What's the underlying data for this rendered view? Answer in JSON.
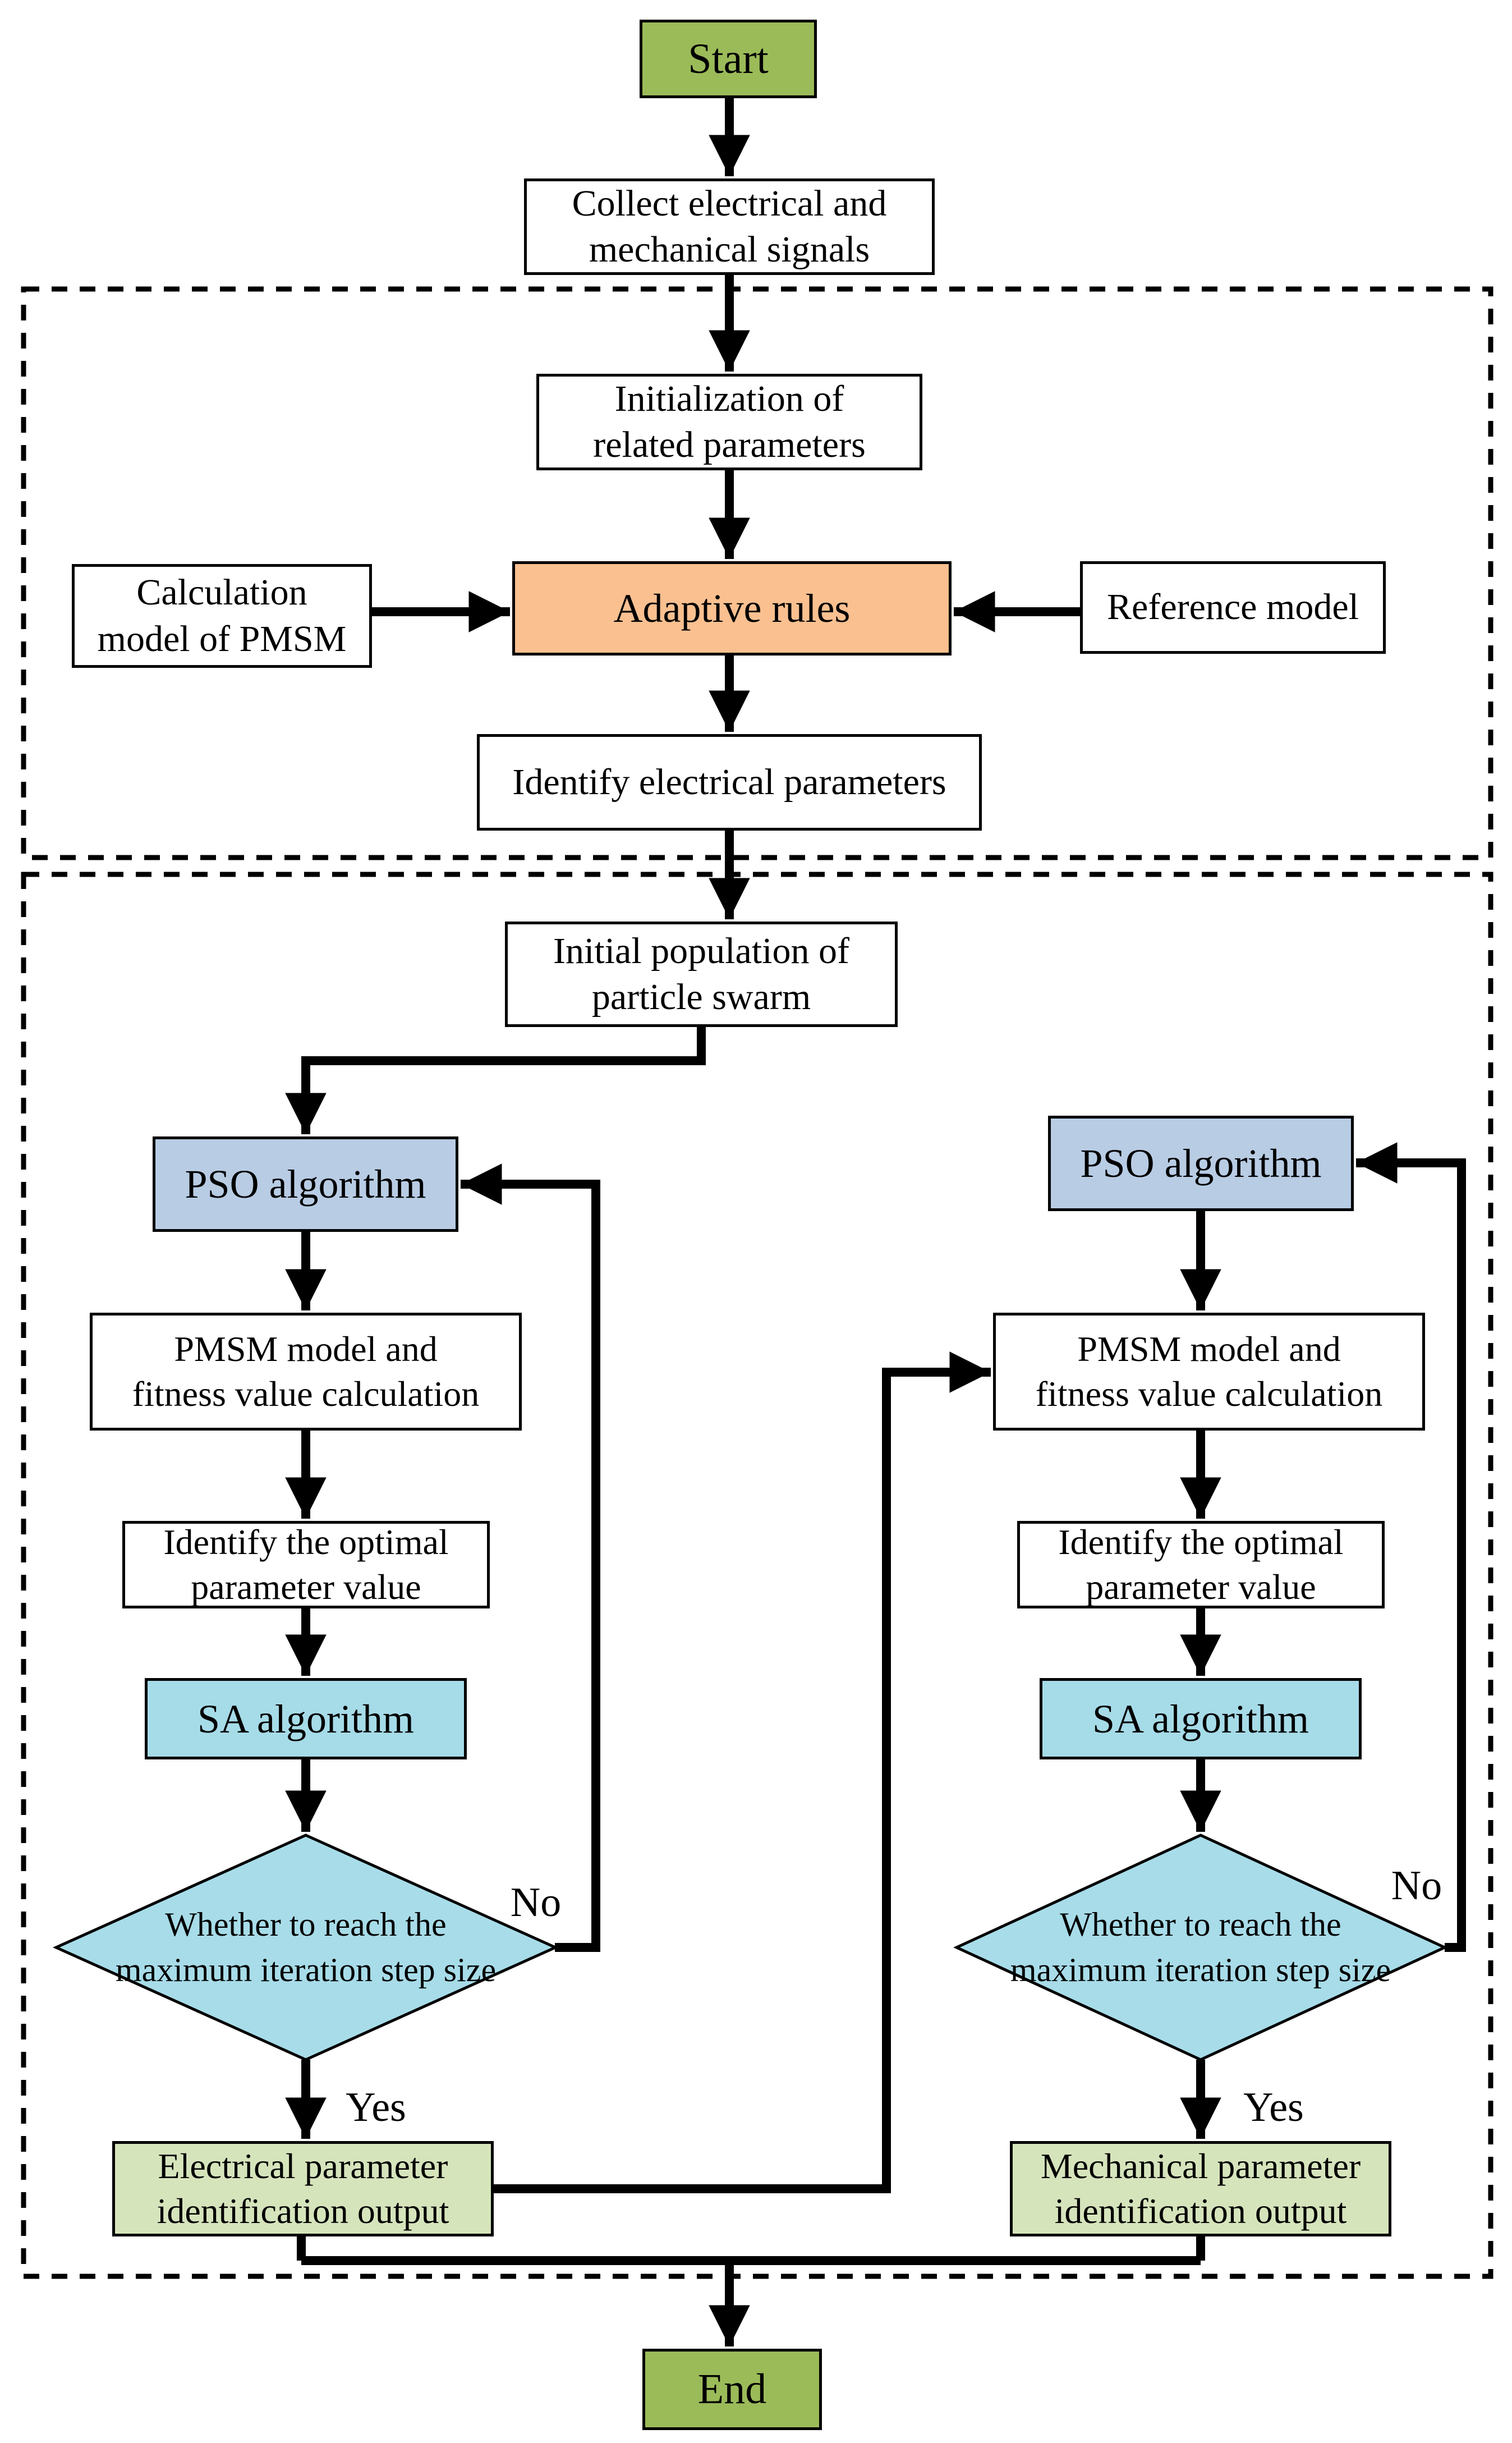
{
  "diagram": {
    "nodes": {
      "start": "Start",
      "collect": "Collect electrical and\nmechanical signals",
      "initialization": "Initialization of\nrelated parameters",
      "calculation_model": "Calculation\nmodel of PMSM",
      "adaptive_rules": "Adaptive rules",
      "reference_model": "Reference model",
      "identify_electrical": "Identify electrical parameters",
      "initial_population": "Initial population of\nparticle swarm",
      "pso_left": "PSO algorithm",
      "pso_right": "PSO algorithm",
      "pmsm_left": "PMSM model and\nfitness value calculation",
      "pmsm_right": "PMSM model and\nfitness value calculation",
      "optimal_left": "Identify the optimal\nparameter value",
      "optimal_right": "Identify the optimal\nparameter value",
      "sa_left": "SA algorithm",
      "sa_right": "SA algorithm",
      "decision_left": "Whether to reach the\nmaximum iteration step size",
      "decision_right": "Whether to reach the\nmaximum iteration step size",
      "electrical_output": "Electrical parameter\nidentification output",
      "mechanical_output": "Mechanical parameter\nidentification output",
      "end": "End"
    },
    "edge_labels": {
      "no_left": "No",
      "yes_left": "Yes",
      "no_right": "No",
      "yes_right": "Yes"
    },
    "colors": {
      "terminal_green": "#9BBB59",
      "adaptive_orange": "#FAC090",
      "pso_blue": "#B8CCE4",
      "sa_cyan": "#A6DBE8",
      "decision_cyan": "#A8DCE9",
      "output_green": "#D6E4BC",
      "process_white": "#FFFFFF",
      "line_black": "#000000"
    }
  }
}
